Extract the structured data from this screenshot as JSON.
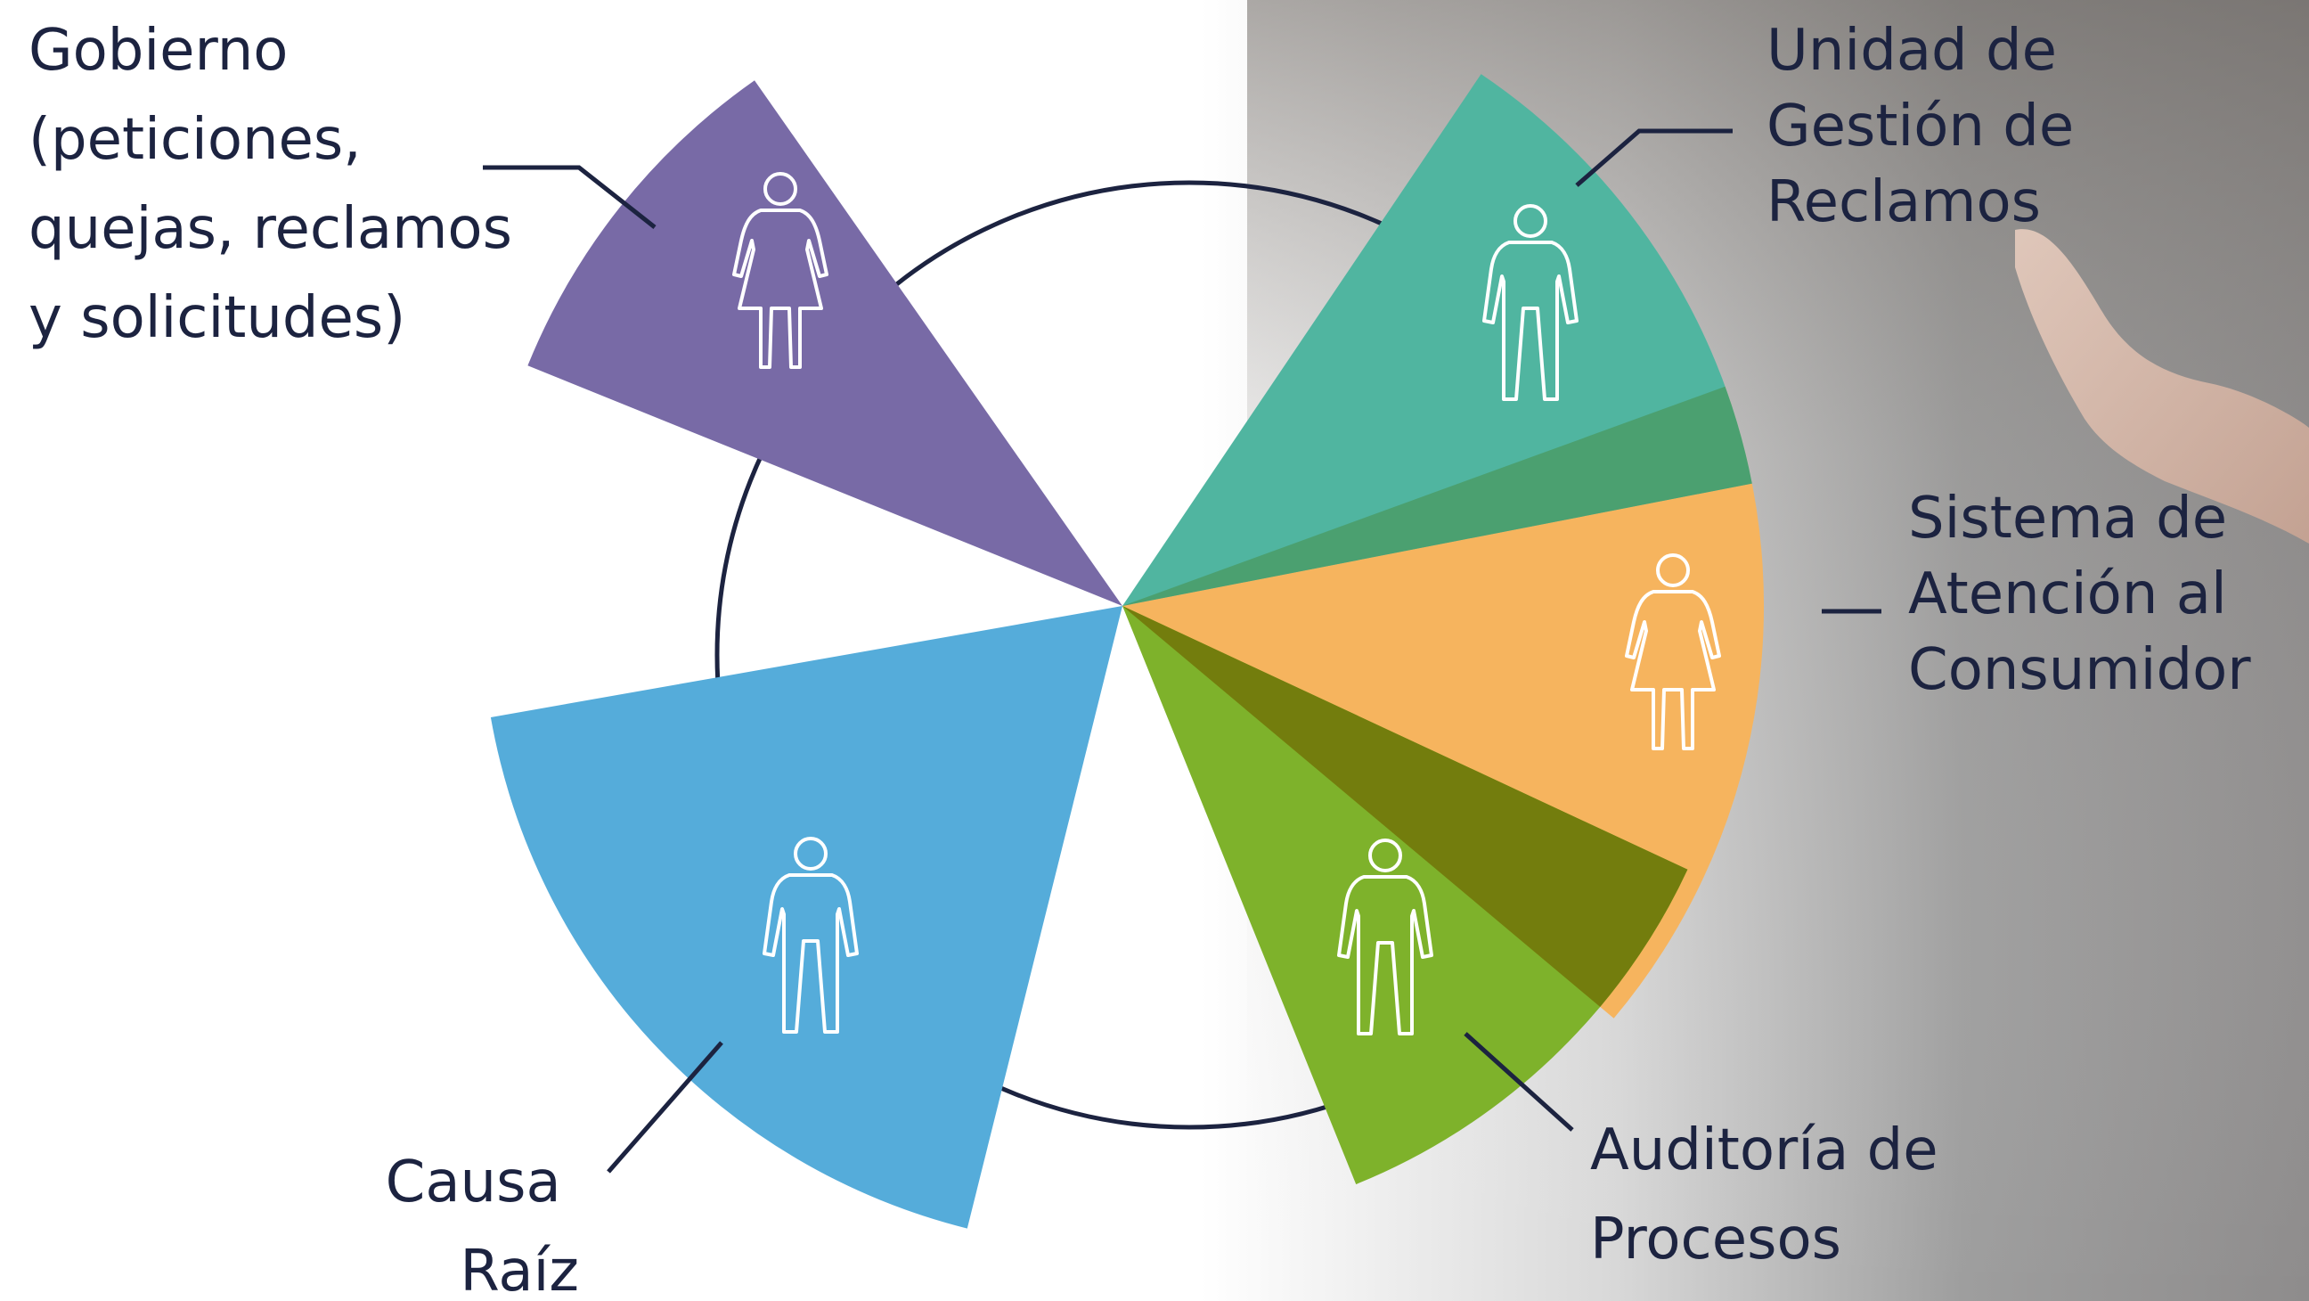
{
  "colors": {
    "purple": "#786aa6",
    "teal": "#50b5a0",
    "orange": "#f6b45e",
    "green": "#7eb22b",
    "blue": "#55acda",
    "overlap_teal_orange": "#4ba070",
    "overlap_green_orange": "#737d0d",
    "ink": "#1c2340"
  },
  "segments": [
    {
      "id": "gobierno",
      "color_key": "purple",
      "icon": "female-person-icon",
      "label_lines": [
        "Gobierno",
        "(peticiones,",
        "quejas, reclamos",
        "y solicitudes)"
      ]
    },
    {
      "id": "unidad-gestion-reclamos",
      "color_key": "teal",
      "icon": "male-person-icon",
      "label_lines": [
        "Unidad de",
        "Gestión de",
        "Reclamos"
      ]
    },
    {
      "id": "sistema-atencion-consumidor",
      "color_key": "orange",
      "icon": "female-person-icon",
      "label_lines": [
        "Sistema de",
        "Atención al",
        "Consumidor"
      ]
    },
    {
      "id": "auditoria-procesos",
      "color_key": "green",
      "icon": "male-person-icon",
      "label_lines": [
        "Auditoría de",
        "Procesos"
      ]
    },
    {
      "id": "causa-raiz",
      "color_key": "blue",
      "icon": "male-person-icon",
      "label_lines": [
        "Causa",
        "Raíz"
      ]
    }
  ]
}
